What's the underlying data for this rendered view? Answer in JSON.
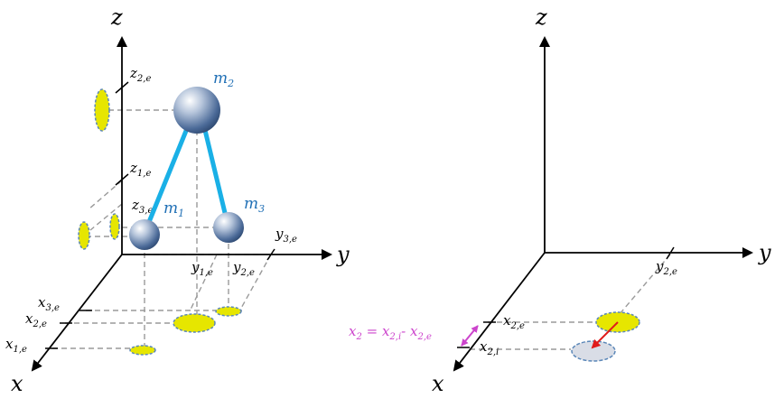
{
  "left_diagram": {
    "axes": {
      "x": "x",
      "y": "y",
      "z": "z"
    },
    "masses": [
      {
        "base": "m",
        "sub": "2"
      },
      {
        "base": "m",
        "sub": "1"
      },
      {
        "base": "m",
        "sub": "3"
      }
    ],
    "z_ticks": [
      {
        "base": "z",
        "sub": "2,e"
      },
      {
        "base": "z",
        "sub": "1,e"
      },
      {
        "base": "z",
        "sub": "3,e"
      }
    ],
    "y_ticks": [
      {
        "base": "y",
        "sub": "3,e"
      },
      {
        "base": "y",
        "sub": "1,e"
      },
      {
        "base": "y",
        "sub": "2,e"
      }
    ],
    "x_ticks": [
      {
        "base": "x",
        "sub": "3,e"
      },
      {
        "base": "x",
        "sub": "2,e"
      },
      {
        "base": "x",
        "sub": "1,e"
      }
    ]
  },
  "right_diagram": {
    "axes": {
      "x": "x",
      "y": "y",
      "z": "z"
    },
    "y_tick": {
      "base": "y",
      "sub": "2,e"
    },
    "x_ticks": [
      {
        "base": "x",
        "sub": "2,e"
      },
      {
        "base": "x",
        "sub": "2,i"
      }
    ],
    "equation": {
      "lhs_base": "x",
      "lhs_sub": "2",
      "equals": " = ",
      "a_base": "x",
      "a_sub": "2,i",
      "minus": "- ",
      "b_base": "x",
      "b_sub": "2,e"
    }
  },
  "colors": {
    "rod": "#1ab0e6",
    "mass_label": "#1f6fb5",
    "shadow_fill": "#e6e600",
    "initial_shadow": "#d9dde6",
    "displacement_arrow": "#e01b1b",
    "equation": "#cc44cc"
  }
}
